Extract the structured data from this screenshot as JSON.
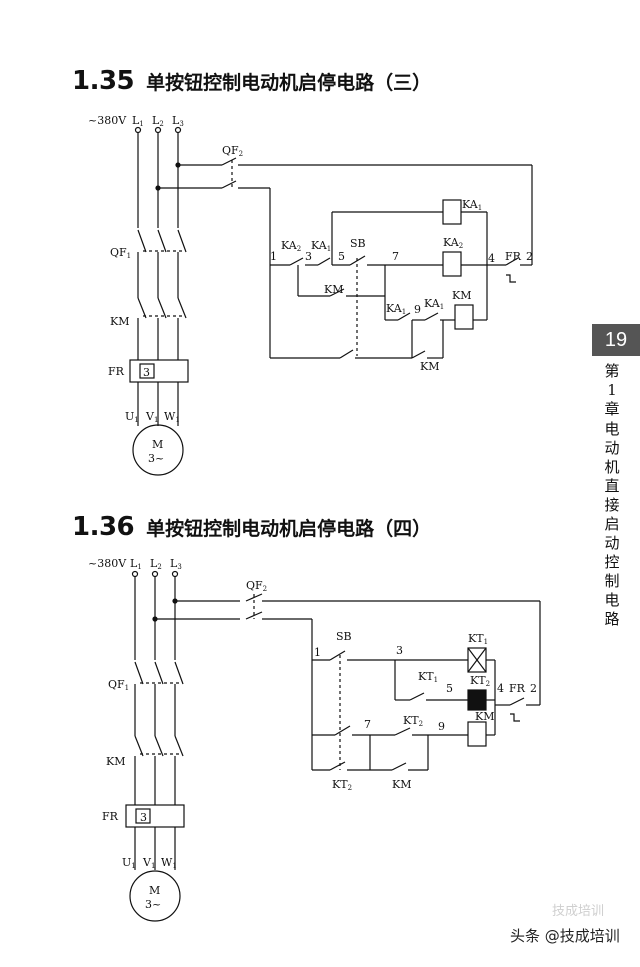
{
  "sec1": {
    "num": "1.35",
    "title": "单按钮控制电动机启停电路（三）",
    "labels": {
      "voltage": "~380V",
      "L1": "L",
      "L1s": "1",
      "L2": "L",
      "L2s": "2",
      "L3": "L",
      "L3s": "3",
      "QF1": "QF",
      "QF1s": "1",
      "QF2": "QF",
      "QF2s": "2",
      "KM": "KM",
      "FR": "FR",
      "FR3": "3",
      "U": "U",
      "Us": "1",
      "V": "V",
      "Vs": "1",
      "W": "W",
      "Ws": "1",
      "M": "M",
      "M3": "3~",
      "n1": "1",
      "n2": "2",
      "n3": "3",
      "n4": "4",
      "n5": "5",
      "n7": "7",
      "n9": "9",
      "KA1": "KA",
      "KA1s": "1",
      "KA2": "KA",
      "KA2s": "2",
      "SB": "SB"
    }
  },
  "sec2": {
    "num": "1.36",
    "title": "单按钮控制电动机启停电路（四）",
    "labels": {
      "voltage": "~380V",
      "KT1": "KT",
      "KT1s": "1",
      "KT2": "KT",
      "KT2s": "2",
      "SB": "SB",
      "KM": "KM",
      "FR": "FR",
      "n1": "1",
      "n2": "2",
      "n3": "3",
      "n4": "4",
      "n5": "5",
      "n7": "7",
      "n9": "9"
    }
  },
  "side": {
    "page": "19",
    "chapter": [
      "第",
      "1",
      "章"
    ],
    "chapter_title": [
      "电",
      "动",
      "机",
      "直",
      "接",
      "启",
      "动",
      "控",
      "制",
      "电",
      "路"
    ]
  },
  "watermark": {
    "text": "头条 @技成培训",
    "bg": "技成培训"
  }
}
